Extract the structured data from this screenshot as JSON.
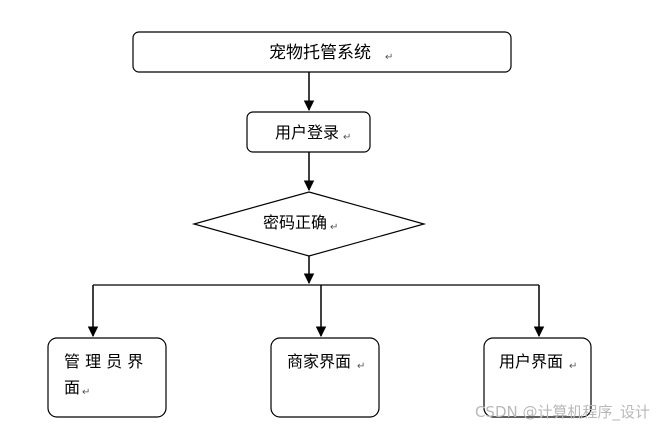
{
  "nodes": {
    "title": {
      "label": "宠物托管系统",
      "mark": "↵"
    },
    "login": {
      "label": "用户登录",
      "mark": "↵"
    },
    "check": {
      "label": "密码正确",
      "mark": "↵"
    },
    "admin": {
      "line1": "管 理 员 界",
      "line2": "面",
      "mark": "↵"
    },
    "merchant": {
      "label": "商家界面",
      "mark": "↵"
    },
    "user": {
      "label": "用户界面",
      "mark": "↵"
    }
  },
  "watermark": "CSDN @计算机程序_设计"
}
